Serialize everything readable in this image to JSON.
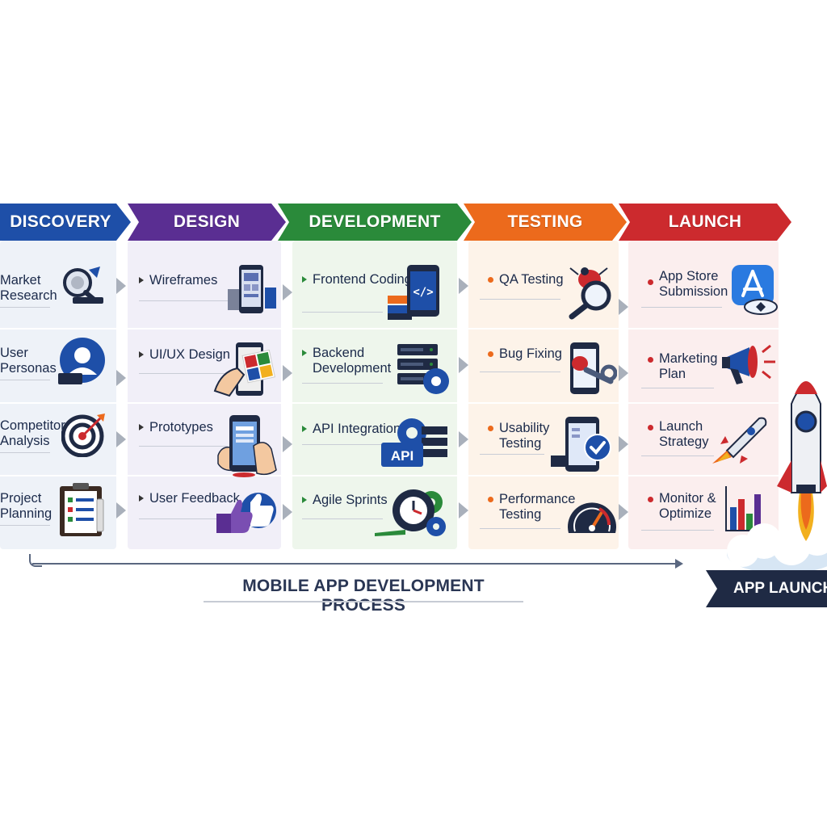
{
  "diagram": {
    "title": "MOBILE APP DEVELOPMENT PROCESS",
    "launch_badge": "APP LAUNCH",
    "phases": [
      {
        "name": "DISCOVERY",
        "color": "#1e4fa8",
        "panel_color": "#eef2f8",
        "items": [
          {
            "label": "Market\nResearch",
            "icon": "magnifier-chart-icon"
          },
          {
            "label": "User\nPersonas",
            "icon": "user-profile-icon"
          },
          {
            "label": "Competitor\nAnalysis",
            "icon": "target-icon"
          },
          {
            "label": "Project\nPlanning",
            "icon": "clipboard-checklist-icon"
          }
        ]
      },
      {
        "name": "DESIGN",
        "color": "#5a2e92",
        "panel_color": "#f1eff8",
        "items": [
          {
            "label": "Wireframes",
            "icon": "wireframe-phone-icon"
          },
          {
            "label": "UI/UX Design",
            "icon": "color-swatch-phone-icon"
          },
          {
            "label": "Prototypes",
            "icon": "hand-phone-icon"
          },
          {
            "label": "User Feedback",
            "icon": "thumbs-up-icon"
          }
        ]
      },
      {
        "name": "DEVELOPMENT",
        "color": "#2a8a3a",
        "panel_color": "#eef6ec",
        "items": [
          {
            "label": "Frontend Coding",
            "icon": "code-phone-icon"
          },
          {
            "label": "Backend\nDevelopment",
            "icon": "server-gear-icon"
          },
          {
            "label": "API Integration",
            "icon": "api-gears-icon"
          },
          {
            "label": "Agile Sprints",
            "icon": "gear-clock-icon"
          }
        ]
      },
      {
        "name": "TESTING",
        "color": "#ec6a1c",
        "panel_color": "#fdf3e9",
        "items": [
          {
            "label": "QA Testing",
            "icon": "bug-magnifier-icon"
          },
          {
            "label": "Bug Fixing",
            "icon": "phone-bug-wrench-icon"
          },
          {
            "label": "Usability\nTesting",
            "icon": "phone-checkmark-icon"
          },
          {
            "label": "Performance\nTesting",
            "icon": "speedometer-icon"
          }
        ]
      },
      {
        "name": "LAUNCH",
        "color": "#cc2a2e",
        "panel_color": "#fbeeee",
        "items": [
          {
            "label": "App Store\nSubmission",
            "icon": "app-store-icon"
          },
          {
            "label": "Marketing\nPlan",
            "icon": "megaphone-icon"
          },
          {
            "label": "Launch\nStrategy",
            "icon": "rocket-icon"
          },
          {
            "label": "Monitor &\nOptimize",
            "icon": "bar-chart-icon"
          }
        ]
      }
    ]
  }
}
